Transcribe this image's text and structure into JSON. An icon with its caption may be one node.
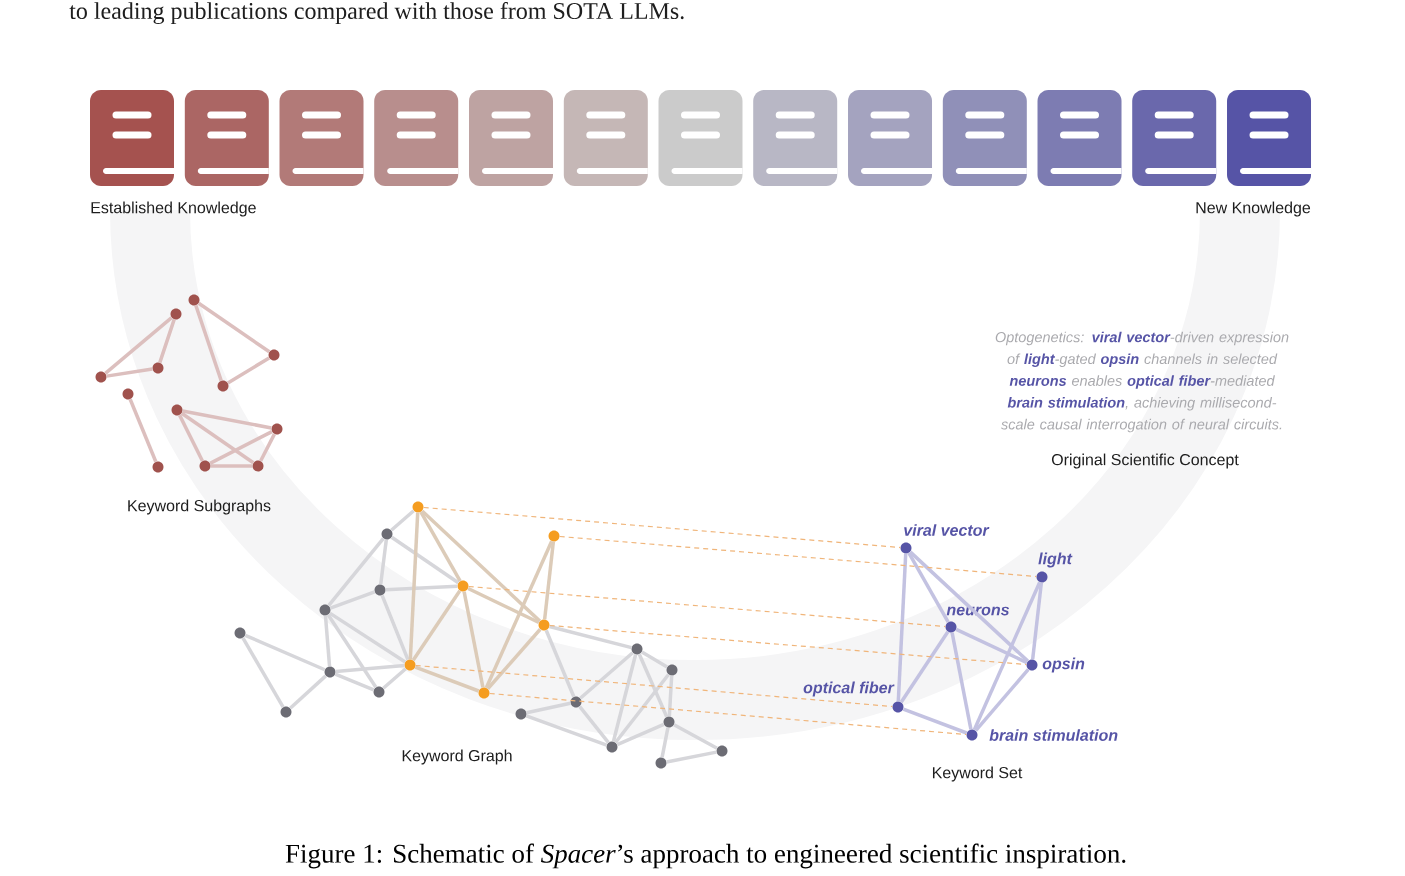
{
  "diagram": {
    "caption": "Figure 1: Schematic of *Spacer*’s approach to engineered scientific inspiration.",
    "nodes": [
      {
        "text": [],
        "shape": "circle"
      },
      {
        "text": [],
        "shape": "circle"
      },
      {
        "text": [],
        "shape": "circle"
      },
      {
        "text": [],
        "shape": "circle"
      },
      {
        "text": [],
        "shape": "circle"
      },
      {
        "text": [],
        "shape": "circle"
      },
      {
        "text": [],
        "shape": "circle"
      },
      {
        "text": [],
        "shape": "circle"
      },
      {
        "text": [],
        "shape": "circle"
      },
      {
        "text": [],
        "shape": "circle"
      },
      {
        "text": [],
        "shape": "circle"
      },
      {
        "text": [],
        "shape": "circle"
      },
      {
        "text": [],
        "shape": "circle"
      },
      {
        "text": [],
        "shape": "circle"
      },
      {
        "text": [],
        "shape": "circle"
      },
      {
        "text": [],
        "shape": "circle"
      },
      {
        "text": [],
        "shape": "circle"
      },
      {
        "text": [],
        "shape": "circle"
      },
      {
        "text": [],
        "shape": "circle"
      },
      {
        "text": [],
        "shape": "circle"
      },
      {
        "text": [],
        "shape": "circle"
      },
      {
        "text": [],
        "shape": "circle"
      },
      {
        "text": [],
        "shape": "circle"
      },
      {
        "text": [],
        "shape": "circle"
      },
      {
        "text": [],
        "shape": "circle"
      },
      {
        "text": [],
        "shape": "circle"
      },
      {
        "text": [],
        "shape": "circle"
      },
      {
        "text": [],
        "shape": "circle"
      },
      {
        "text": [],
        "shape": "circle"
      },
      {
        "text": [],
        "shape": "circle"
      },
      {
        "text": [],
        "shape": "circle"
      },
      {
        "text": [],
        "shape": "circle"
      },
      {
        "text": [],
        "shape": "circle"
      },
      {
        "text": [],
        "shape": "circle",
        "beside": [
          "viral vector"
        ]
      },
      {
        "text": [],
        "shape": "circle",
        "beside": [
          "light"
        ]
      },
      {
        "text": [],
        "shape": "circle",
        "beside": [
          "neurons"
        ]
      },
      {
        "text": [],
        "shape": "circle",
        "beside": [
          "opsin"
        ]
      },
      {
        "text": [],
        "shape": "circle",
        "beside": [
          "optical fiber"
        ]
      },
      {
        "text": [],
        "shape": "circle",
        "beside": [
          "brain stimulation"
        ]
      }
    ],
    "edges": [
      {
        "from": 1,
        "to": 3,
        "arrow": "none",
        "color": "#dcbfbe"
      },
      {
        "from": 1,
        "to": 4,
        "arrow": "none",
        "color": "#dcbfbe"
      },
      {
        "from": 3,
        "to": 4,
        "arrow": "none",
        "color": "#dcbfbe"
      },
      {
        "from": 0,
        "to": 2,
        "arrow": "none",
        "color": "#dcbfbe"
      },
      {
        "from": 0,
        "to": 5,
        "arrow": "none",
        "color": "#dcbfbe"
      },
      {
        "from": 2,
        "to": 5,
        "arrow": "none",
        "color": "#dcbfbe"
      },
      {
        "from": 6,
        "to": 9,
        "arrow": "none",
        "color": "#dcbfbe"
      },
      {
        "from": 7,
        "to": 8,
        "arrow": "none",
        "color": "#dcbfbe"
      },
      {
        "from": 7,
        "to": 10,
        "arrow": "none",
        "color": "#dcbfbe"
      },
      {
        "from": 7,
        "to": 11,
        "arrow": "none",
        "color": "#dcbfbe"
      },
      {
        "from": 8,
        "to": 10,
        "arrow": "none",
        "color": "#dcbfbe"
      },
      {
        "from": 8,
        "to": 11,
        "arrow": "none",
        "color": "#dcbfbe"
      },
      {
        "from": 10,
        "to": 11,
        "arrow": "none",
        "color": "#dcbfbe"
      },
      {
        "from": 27,
        "to": 12,
        "arrow": "none"
      },
      {
        "from": 12,
        "to": 14,
        "arrow": "none"
      },
      {
        "from": 12,
        "to": 13,
        "arrow": "none"
      },
      {
        "from": 12,
        "to": 29,
        "arrow": "none"
      },
      {
        "from": 13,
        "to": 29,
        "arrow": "none"
      },
      {
        "from": 13,
        "to": 14,
        "arrow": "none"
      },
      {
        "from": 13,
        "to": 31,
        "arrow": "none"
      },
      {
        "from": 14,
        "to": 16,
        "arrow": "none"
      },
      {
        "from": 14,
        "to": 17,
        "arrow": "none"
      },
      {
        "from": 14,
        "to": 31,
        "arrow": "none"
      },
      {
        "from": 15,
        "to": 16,
        "arrow": "none"
      },
      {
        "from": 15,
        "to": 18,
        "arrow": "none"
      },
      {
        "from": 18,
        "to": 16,
        "arrow": "none"
      },
      {
        "from": 16,
        "to": 31,
        "arrow": "none"
      },
      {
        "from": 16,
        "to": 17,
        "arrow": "none"
      },
      {
        "from": 17,
        "to": 31,
        "arrow": "none"
      },
      {
        "from": 30,
        "to": 19,
        "arrow": "none"
      },
      {
        "from": 30,
        "to": 22,
        "arrow": "none"
      },
      {
        "from": 19,
        "to": 22,
        "arrow": "none"
      },
      {
        "from": 19,
        "to": 24,
        "arrow": "none"
      },
      {
        "from": 19,
        "to": 23,
        "arrow": "none"
      },
      {
        "from": 19,
        "to": 20,
        "arrow": "none"
      },
      {
        "from": 20,
        "to": 23,
        "arrow": "none"
      },
      {
        "from": 20,
        "to": 24,
        "arrow": "none"
      },
      {
        "from": 21,
        "to": 22,
        "arrow": "none"
      },
      {
        "from": 21,
        "to": 24,
        "arrow": "none"
      },
      {
        "from": 22,
        "to": 24,
        "arrow": "none"
      },
      {
        "from": 23,
        "to": 24,
        "arrow": "none"
      },
      {
        "from": 23,
        "to": 25,
        "arrow": "none"
      },
      {
        "from": 23,
        "to": 26,
        "arrow": "none"
      },
      {
        "from": 26,
        "to": 25,
        "arrow": "none"
      },
      {
        "from": 27,
        "to": 31,
        "arrow": "none",
        "color": "#dccbb8"
      },
      {
        "from": 27,
        "to": 29,
        "arrow": "none",
        "color": "#dccbb8"
      },
      {
        "from": 27,
        "to": 30,
        "arrow": "none",
        "color": "#dccbb8"
      },
      {
        "from": 29,
        "to": 31,
        "arrow": "none",
        "color": "#dccbb8"
      },
      {
        "from": 29,
        "to": 32,
        "arrow": "none",
        "color": "#dccbb8"
      },
      {
        "from": 29,
        "to": 30,
        "arrow": "none",
        "color": "#dccbb8"
      },
      {
        "from": 28,
        "to": 30,
        "arrow": "none",
        "color": "#dccbb8"
      },
      {
        "from": 28,
        "to": 32,
        "arrow": "none",
        "color": "#dccbb8"
      },
      {
        "from": 30,
        "to": 32,
        "arrow": "none",
        "color": "#dccbb8"
      },
      {
        "from": 31,
        "to": 32,
        "arrow": "none",
        "color": "#dccbb8"
      },
      {
        "from": 33,
        "to": 37,
        "arrow": "none",
        "color": "#c3c2e1"
      },
      {
        "from": 33,
        "to": 35,
        "arrow": "none",
        "color": "#c3c2e1"
      },
      {
        "from": 33,
        "to": 36,
        "arrow": "none",
        "color": "#c3c2e1"
      },
      {
        "from": 34,
        "to": 36,
        "arrow": "none",
        "color": "#c3c2e1"
      },
      {
        "from": 34,
        "to": 38,
        "arrow": "none",
        "color": "#c3c2e1"
      },
      {
        "from": 35,
        "to": 36,
        "arrow": "none",
        "color": "#c3c2e1"
      },
      {
        "from": 35,
        "to": 37,
        "arrow": "none",
        "color": "#c3c2e1"
      },
      {
        "from": 35,
        "to": 38,
        "arrow": "none",
        "color": "#c3c2e1"
      },
      {
        "from": 37,
        "to": 38,
        "arrow": "none",
        "color": "#c3c2e1"
      },
      {
        "from": 36,
        "to": 38,
        "arrow": "none",
        "color": "#c3c2e1"
      },
      {
        "from": 27,
        "to": 33,
        "arrow": "none",
        "style": "dashed",
        "color": "#f0b57a"
      },
      {
        "from": 28,
        "to": 34,
        "arrow": "none",
        "style": "dashed",
        "color": "#f0b57a"
      },
      {
        "from": 29,
        "to": 35,
        "arrow": "none",
        "style": "dashed",
        "color": "#f0b57a"
      },
      {
        "from": 30,
        "to": 36,
        "arrow": "none",
        "style": "dashed",
        "color": "#f0b57a"
      },
      {
        "from": 31,
        "to": 37,
        "arrow": "none",
        "style": "dashed",
        "color": "#f0b57a"
      },
      {
        "from": 32,
        "to": 38,
        "arrow": "none",
        "style": "dashed",
        "color": "#f0b57a"
      }
    ],
    "labels": [
      "to leading publications compared with those from SOTA LLMs.",
      "Established Knowledge",
      "New Knowledge",
      "Optogenetics: **viral vector**-driven expression of **light**-gated **opsin** channels in selected **neurons** enables **optical fiber**-mediated **brain stimulation**, achieving millisecond-scale causal interrogation of neural circuits.",
      "Original Scientific Concept",
      "Keyword Subgraphs",
      "Keyword Graph",
      "Keyword Set"
    ]
  }
}
